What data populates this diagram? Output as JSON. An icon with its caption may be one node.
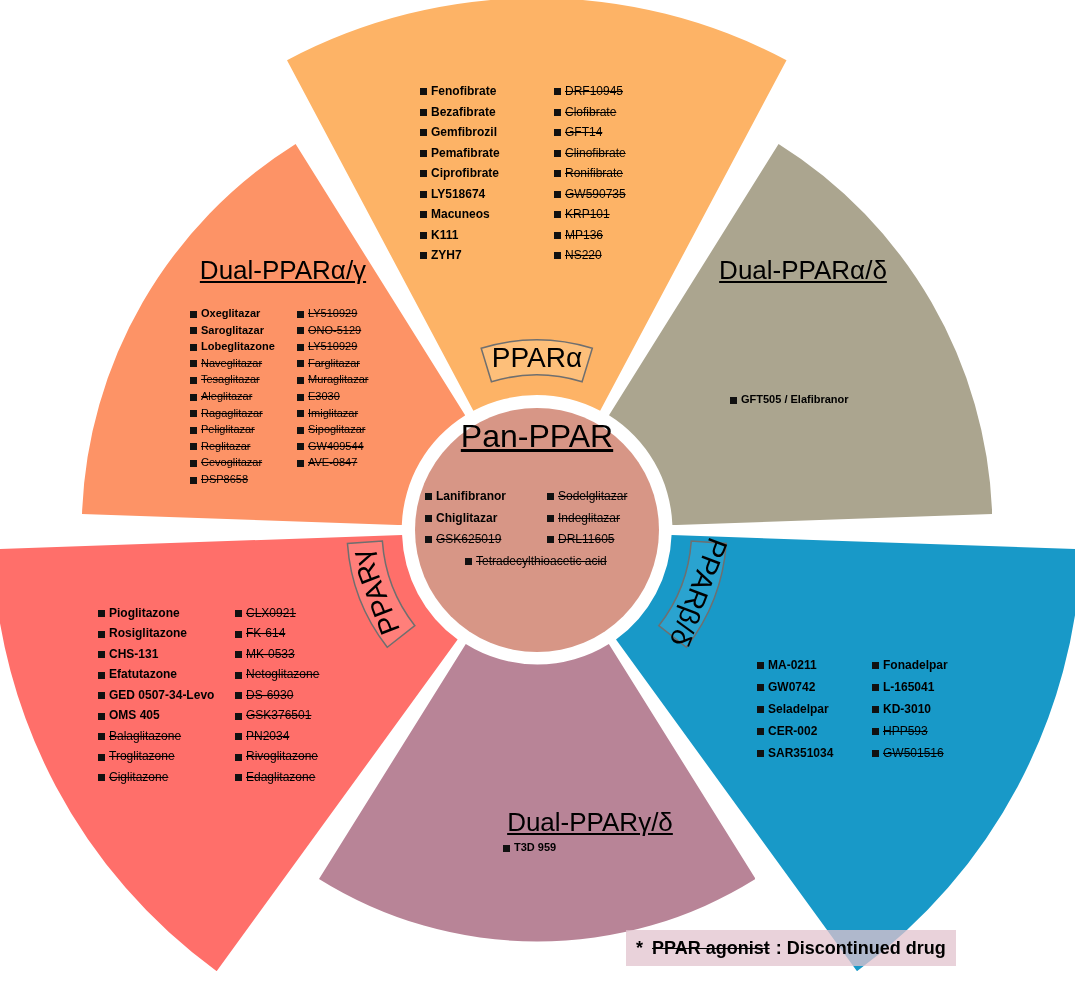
{
  "diagram": {
    "nodes": [
      {
        "text": [
          "PPARα",
          "Fenofibrate",
          "Bezafibrate",
          "Gemfibrozil",
          "Pemafibrate",
          "Ciprofibrate",
          "LY518674",
          "Macuneos",
          "K111",
          "ZYH7",
          "DRF10945",
          "Clofibrate",
          "GFT14",
          "Clinofibrate",
          "Ronifibrate",
          "GW590735",
          "KRP101",
          "MP136",
          "NS220"
        ]
      },
      {
        "text": [
          "Dual-PPARα/γ",
          "Oxeglitazar",
          "Saroglitazar",
          "Lobeglitazone",
          "Naveglitazar",
          "Tesaglitazar",
          "Aleglitazar",
          "Ragaglitazar",
          "Peliglitazar",
          "Reglitazar",
          "Cevoglitazar",
          "DSP8658",
          "LY510929",
          "ONO-5129",
          "LY510929",
          "Farglitazar",
          "Muraglitazar",
          "E3030",
          "Imiglitazar",
          "Sipoglitazar",
          "GW409544",
          "AVE-0847"
        ]
      },
      {
        "text": [
          "Dual-PPARα/δ",
          "GFT505 / Elafibranor"
        ]
      },
      {
        "text": [
          "Pan-PPAR",
          "Lanifibranor",
          "Chiglitazar",
          "GSK625019",
          "Sodelglitazar",
          "Indeglitazar",
          "DRL11605",
          "Tetradecylthioacetic acid"
        ]
      },
      {
        "text": [
          "PPARγ",
          "Pioglitazone",
          "Rosiglitazone",
          "CHS-131",
          "Efatutazone",
          "GED 0507-34-Levo",
          "OMS 405",
          "Balaglitazone",
          "Troglitazone",
          "Ciglitazone",
          "CLX0921",
          "FK-614",
          "MK-0533",
          "Netoglitazone",
          "DS-6930",
          "GSK376501",
          "PN2034",
          "Rivoglitazone",
          "Edaglitazone"
        ]
      },
      {
        "text": [
          "PPARβ/δ",
          "MA-0211",
          "GW0742",
          "Seladelpar",
          "CER-002",
          "SAR351034",
          "Fonadelpar",
          "L-165041",
          "KD-3010",
          "HPP593",
          "GW501516"
        ]
      },
      {
        "text": [
          "Dual-PPARγ/δ",
          "T3D 959"
        ]
      }
    ],
    "labels": [
      "*",
      "PPAR agonist"
    ],
    "legend": [
      {
        "text": ": Discontinued drug"
      }
    ]
  }
}
